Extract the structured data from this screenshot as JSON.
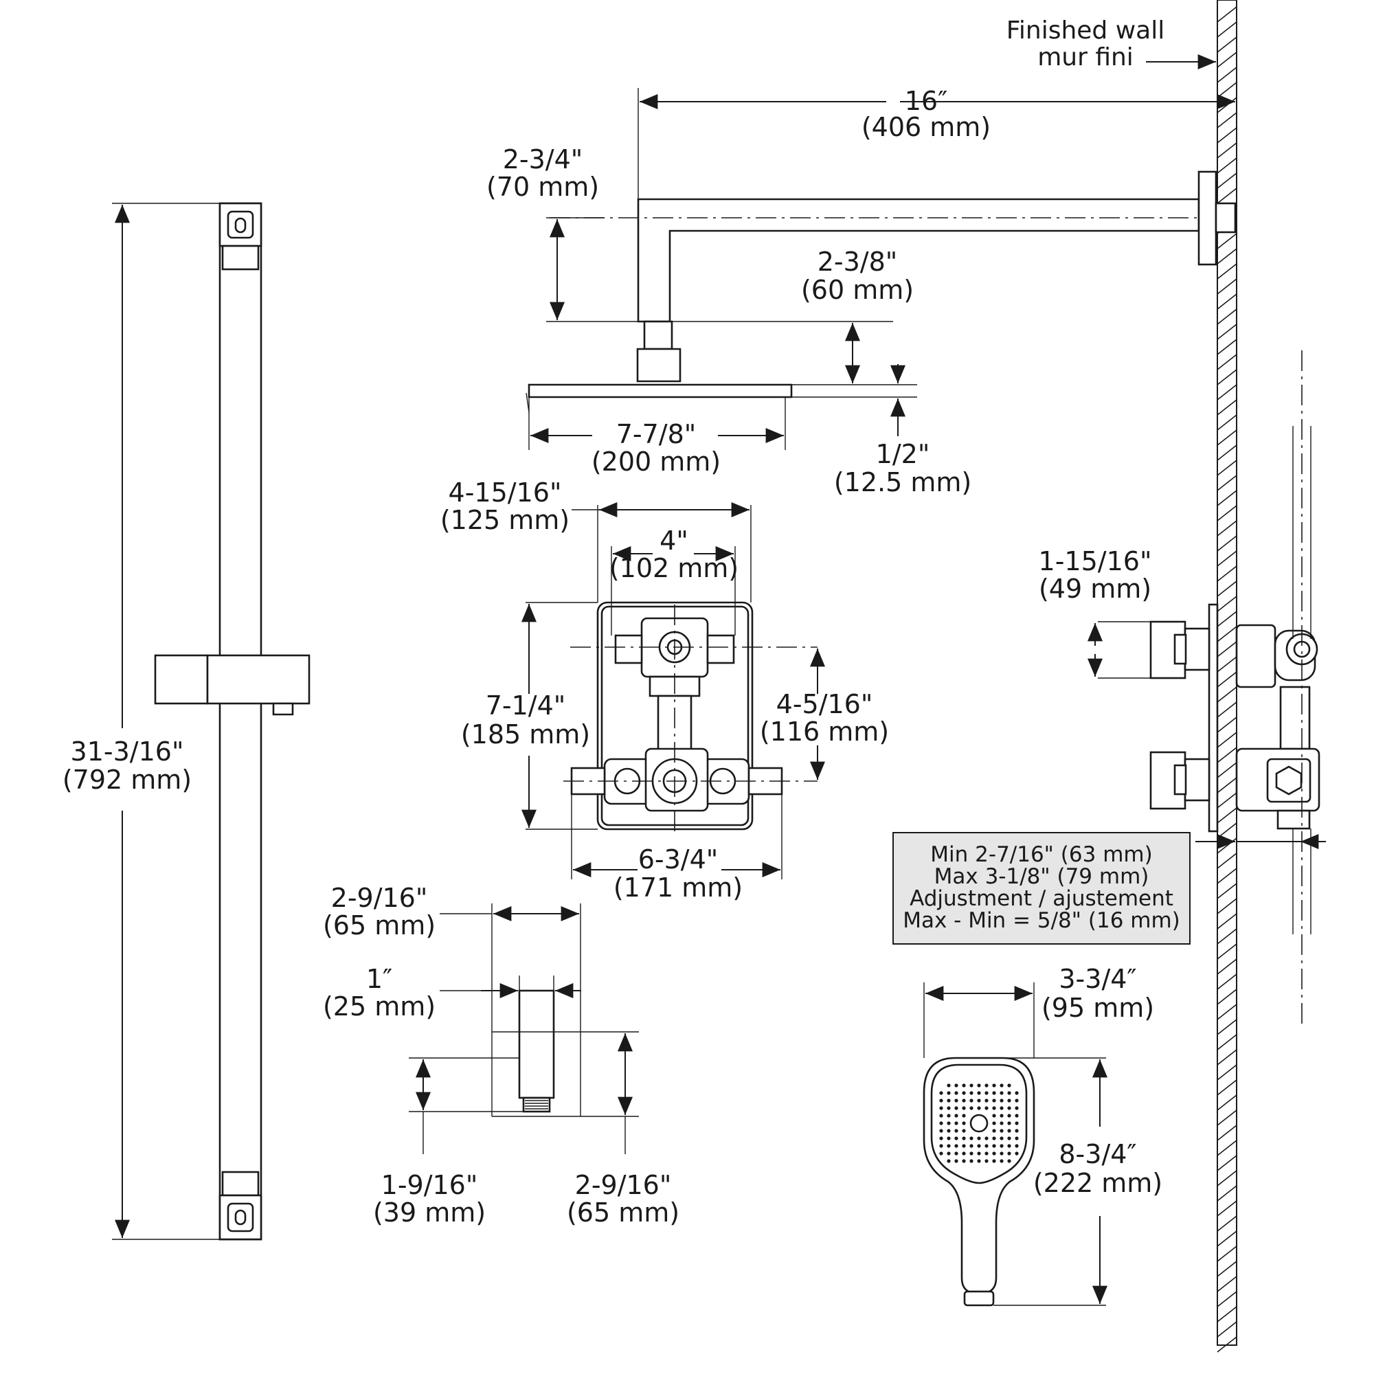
{
  "wall_label": {
    "line1": "Finished wall",
    "line2": "mur fini"
  },
  "dimensions": {
    "arm_length": {
      "imperial": "16″",
      "metric": "(406 mm)"
    },
    "arm_drop": {
      "imperial": "2-3/4\"",
      "metric": "(70 mm)"
    },
    "head_neck": {
      "imperial": "2-3/8\"",
      "metric": "(60 mm)"
    },
    "head_thickness": {
      "imperial": "1/2\"",
      "metric": "(12.5 mm)"
    },
    "head_width": {
      "imperial": "7-7/8\"",
      "metric": "(200 mm)"
    },
    "plate_width": {
      "imperial": "4-15/16\"",
      "metric": "(125 mm)"
    },
    "plate_inner": {
      "imperial": "4\"",
      "metric": "(102 mm)"
    },
    "plate_height": {
      "imperial": "7-1/4\"",
      "metric": "(185 mm)"
    },
    "valve_spacing": {
      "imperial": "4-5/16\"",
      "metric": "(116 mm)"
    },
    "valve_body_width": {
      "imperial": "6-3/4\"",
      "metric": "(171 mm)"
    },
    "bar_height": {
      "imperial": "31-3/16\"",
      "metric": "(792 mm)"
    },
    "elbow_width": {
      "imperial": "2-9/16\"",
      "metric": "(65 mm)"
    },
    "elbow_pipe": {
      "imperial": "1″",
      "metric": "(25 mm)"
    },
    "elbow_thread": {
      "imperial": "1-9/16\"",
      "metric": "(39 mm)"
    },
    "elbow_height": {
      "imperial": "2-9/16\"",
      "metric": "(65 mm)"
    },
    "side_offset": {
      "imperial": "1-15/16\"",
      "metric": "(49 mm)"
    },
    "handshower_width": {
      "imperial": "3-3/4″",
      "metric": "(95 mm)"
    },
    "handshower_length": {
      "imperial": "8-3/4″",
      "metric": "(222 mm)"
    }
  },
  "adjustment_note": {
    "line1": "Min 2-7/16\" (63 mm)",
    "line2": "Max 3-1/8\" (79 mm)",
    "line3": "Adjustment / ajustement",
    "line4": "Max - Min = 5/8\" (16 mm)"
  },
  "colors": {
    "ink": "#1a1a1a",
    "note_box_fill": "#e6e6e6",
    "background": "#ffffff"
  }
}
